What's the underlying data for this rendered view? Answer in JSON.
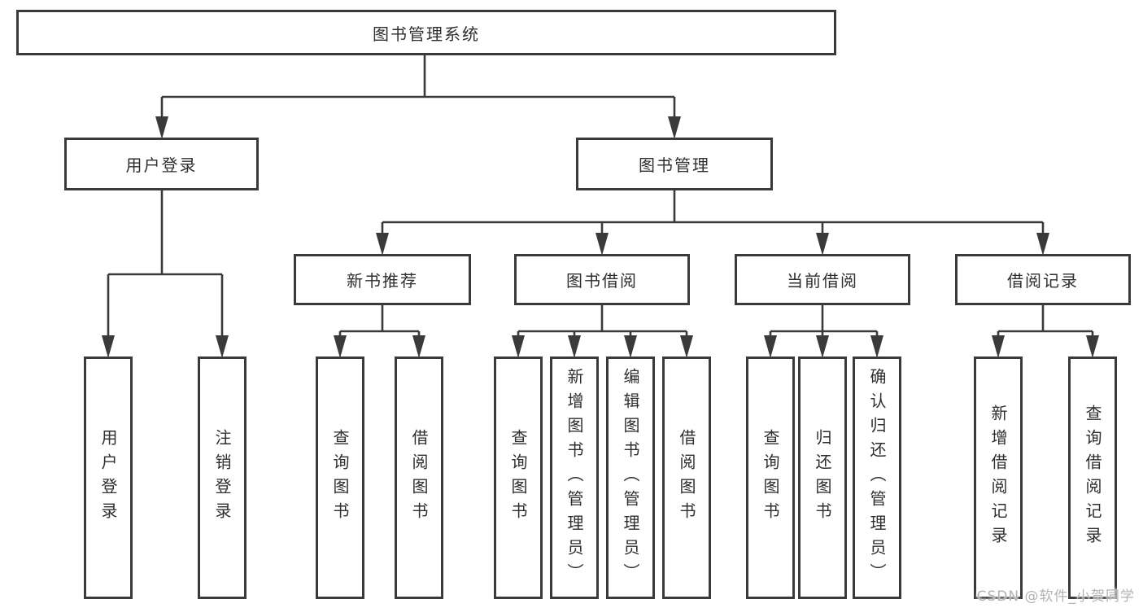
{
  "diagram": {
    "root": {
      "label": "图书管理系统",
      "children": [
        {
          "label": "用户登录",
          "children": [
            {
              "label": "用户登录"
            },
            {
              "label": "注销登录"
            }
          ]
        },
        {
          "label": "图书管理",
          "children": [
            {
              "label": "新书推荐",
              "children": [
                {
                  "label": "查询图书"
                },
                {
                  "label": "借阅图书"
                }
              ]
            },
            {
              "label": "图书借阅",
              "children": [
                {
                  "label": "查询图书"
                },
                {
                  "label": "新增图书（管理员）"
                },
                {
                  "label": "编辑图书（管理员）"
                },
                {
                  "label": "借阅图书"
                }
              ]
            },
            {
              "label": "当前借阅",
              "children": [
                {
                  "label": "查询图书"
                },
                {
                  "label": "归还图书"
                },
                {
                  "label": "确认归还（管理员）"
                }
              ]
            },
            {
              "label": "借阅记录",
              "children": [
                {
                  "label": "新增借阅记录"
                },
                {
                  "label": "查询借阅记录"
                }
              ]
            }
          ]
        }
      ]
    }
  },
  "watermark": {
    "text": "CSDN @软件_小贺同学"
  },
  "colors": {
    "line": "#3a3a3a",
    "box_border": "#3a3a3a",
    "text": "#2e2e2e",
    "background": "#ffffff",
    "watermark": "#b2b2b2"
  }
}
